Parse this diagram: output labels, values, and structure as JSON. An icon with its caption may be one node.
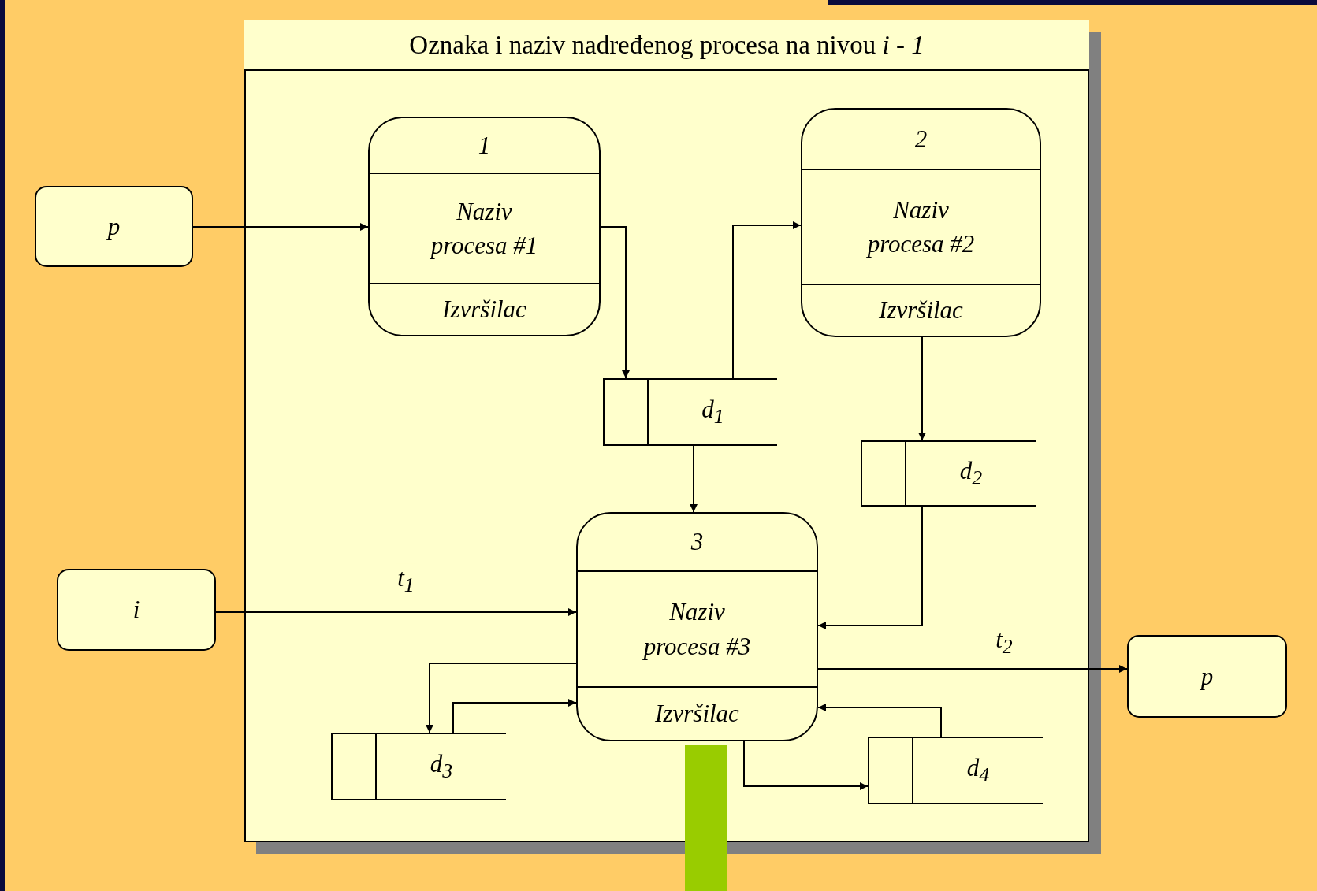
{
  "diagram": {
    "nodes": [
      {
        "text": [
          "Oznaka i naziv nadređenog procesa na nivou *i - 1*"
        ]
      },
      {
        "text": [
          "p"
        ]
      },
      {
        "text": [
          "1",
          "Naziv procesa #1",
          "Izvršilac"
        ],
        "in": 0
      },
      {
        "text": [
          "2",
          "Naziv procesa #2",
          "Izvršilac"
        ],
        "in": 0
      },
      {
        "text": [
          "d$_{1}$"
        ],
        "in": 0
      },
      {
        "text": [
          "d$_{2}$"
        ],
        "in": 0
      },
      {
        "text": [
          "3",
          "Naziv procesa #3",
          "Izvršilac"
        ],
        "in": 0
      },
      {
        "text": [
          "i"
        ]
      },
      {
        "text": [
          "p"
        ]
      },
      {
        "text": [
          "d$_{3}$"
        ],
        "in": 0
      },
      {
        "text": [
          "d$_{4}$"
        ],
        "in": 0
      },
      {
        "text": [],
        "shape": "bar"
      }
    ],
    "edges": [
      {
        "from": 1,
        "to": 2,
        "arrow": "to"
      },
      {
        "from": 2,
        "to": 4,
        "arrow": "to"
      },
      {
        "from": 4,
        "to": 3,
        "arrow": "to"
      },
      {
        "from": 4,
        "to": 6,
        "arrow": "to"
      },
      {
        "from": 3,
        "to": 5,
        "arrow": "to"
      },
      {
        "from": 5,
        "to": 6,
        "arrow": "to"
      },
      {
        "from": 7,
        "to": 6,
        "arrow": "to",
        "label": "t$_{1}$"
      },
      {
        "from": 6,
        "to": 9,
        "arrow": "to"
      },
      {
        "from": 9,
        "to": 6,
        "arrow": "to"
      },
      {
        "from": 6,
        "to": 8,
        "arrow": "to",
        "label": "t$_{2}$"
      },
      {
        "from": 6,
        "to": 10,
        "arrow": "to"
      },
      {
        "from": 10,
        "to": 6,
        "arrow": "to"
      }
    ]
  }
}
